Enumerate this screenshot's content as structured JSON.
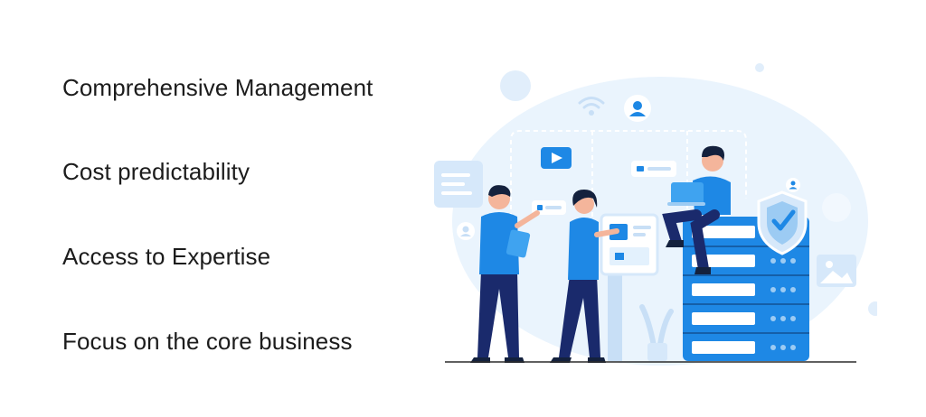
{
  "benefits": [
    {
      "label": "Comprehensive Management"
    },
    {
      "label": "Cost predictability"
    },
    {
      "label": "Access to Expertise"
    },
    {
      "label": "Focus on the core business"
    }
  ],
  "illustration": {
    "icons": [
      "wifi-icon",
      "user-icon",
      "play-icon",
      "shield-check-icon",
      "image-icon"
    ],
    "colors": {
      "primary": "#1e88e5",
      "light_blue": "#e3f1fd",
      "navy": "#1a2a6c",
      "skin": "#f4b59b",
      "hair": "#14213d"
    }
  }
}
